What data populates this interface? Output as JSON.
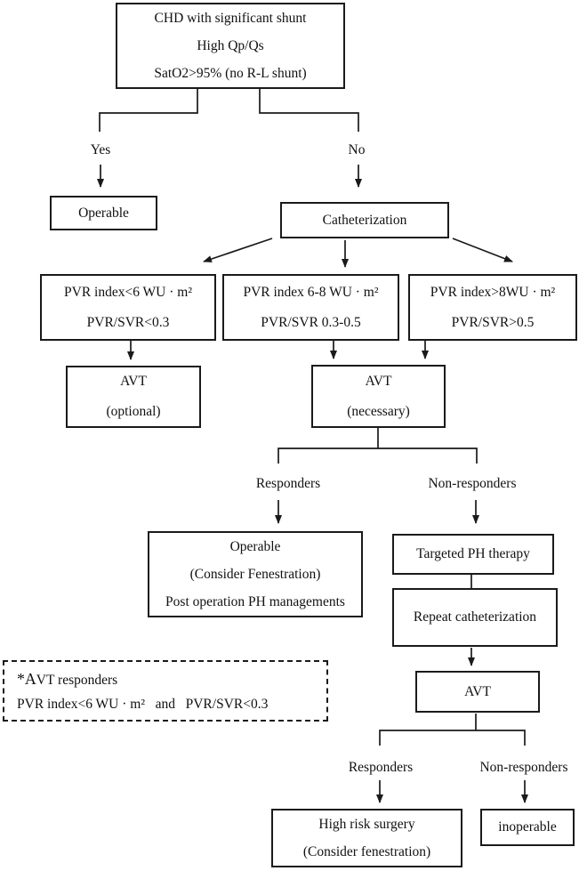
{
  "figure": {
    "background": "#ffffff",
    "line_color": "#1a1a1a",
    "type": "clinical-decision-flowchart"
  },
  "nodes": {
    "root": {
      "lines": [
        "CHD with significant shunt",
        "High Qp/Qs",
        "SatO2>95% (no R-L shunt)"
      ]
    },
    "branch_yes": "Yes",
    "branch_no": "No",
    "operable": "Operable",
    "catheterization": "Catheterization",
    "pvr_low": {
      "lines": [
        "PVR index<6 WU · m²",
        "PVR/SVR<0.3"
      ]
    },
    "pvr_mid": {
      "lines": [
        "PVR index 6-8 WU · m²",
        "PVR/SVR 0.3-0.5"
      ]
    },
    "pvr_high": {
      "lines": [
        "PVR index>8WU · m²",
        "PVR/SVR>0.5"
      ]
    },
    "avt_optional": {
      "lines": [
        "AVT",
        "(optional)"
      ]
    },
    "avt_necessary": {
      "lines": [
        "AVT",
        "(necessary)"
      ]
    },
    "responders_1": "Responders",
    "non_responders_1": "Non-responders",
    "operable_fenestration": {
      "lines": [
        "Operable",
        "(Consider Fenestration)",
        "Post operation PH managements"
      ]
    },
    "targeted_ph_therapy": "Targeted PH therapy",
    "repeat_catheterization": "Repeat catheterization",
    "avt_repeat": "AVT",
    "responders_2": "Responders",
    "non_responders_2": "Non-responders",
    "high_risk_surgery": {
      "lines": [
        "High risk surgery",
        "(Consider fenestration)"
      ]
    },
    "inoperable": "inoperable",
    "note": {
      "lines": [
        "*AVT responders",
        "PVR index<6 WU · m²   and   PVR/SVR<0.3"
      ]
    }
  }
}
